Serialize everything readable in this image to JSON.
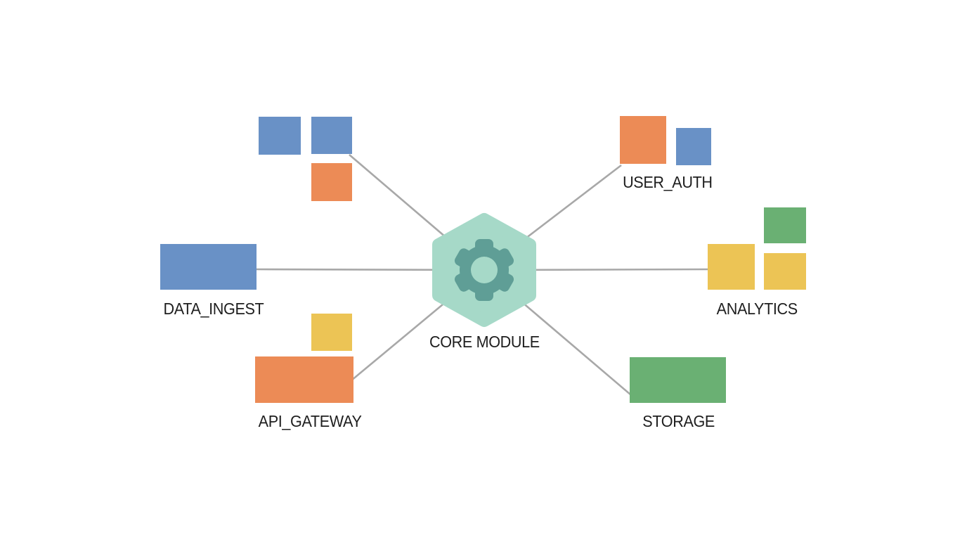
{
  "diagram": {
    "center": {
      "label": "CORE MODULE",
      "icon": "gear-icon"
    },
    "nodes": {
      "data_ingest": {
        "label": "DATA_INGEST"
      },
      "api_gateway": {
        "label": "API_GATEWAY"
      },
      "user_auth": {
        "label": "USER_AUTH"
      },
      "analytics": {
        "label": "ANALYTICS"
      },
      "storage": {
        "label": "STORAGE"
      },
      "cluster_a": {
        "label": ""
      }
    }
  },
  "colors": {
    "blue": "#6991c6",
    "orange": "#ec8b56",
    "yellow": "#ecc455",
    "green": "#6ab073",
    "hex_fill": "#a6d9c8",
    "gear": "#5f9e96",
    "line": "#a8a8a8",
    "label": "#1e1e1e"
  }
}
